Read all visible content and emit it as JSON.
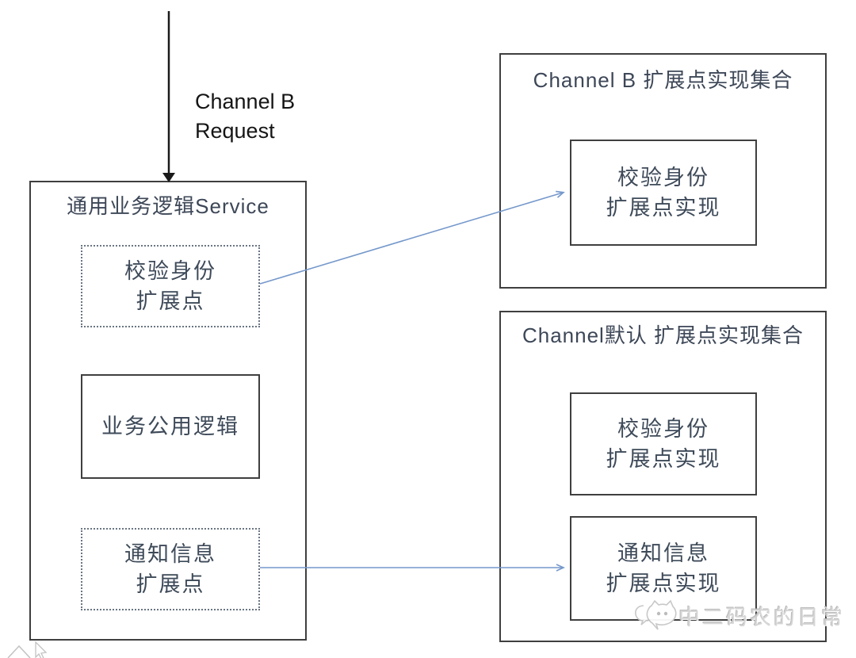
{
  "request_label": {
    "line1": "Channel B",
    "line2": "Request"
  },
  "service_box": {
    "title": "通用业务逻辑Service",
    "verify_point": {
      "line1": "校验身份",
      "line2": "扩展点"
    },
    "common_logic": "业务公用逻辑",
    "notify_point": {
      "line1": "通知信息",
      "line2": "扩展点"
    }
  },
  "channel_b_box": {
    "title": "Channel B 扩展点实现集合",
    "verify_impl": {
      "line1": "校验身份",
      "line2": "扩展点实现"
    }
  },
  "channel_default_box": {
    "title": "Channel默认 扩展点实现集合",
    "verify_impl": {
      "line1": "校验身份",
      "line2": "扩展点实现"
    },
    "notify_impl": {
      "line1": "通知信息",
      "line2": "扩展点实现"
    }
  },
  "watermark": {
    "text": "中二码农的日常"
  },
  "colors": {
    "arrow_blue": "#7598cb",
    "arrow_black": "#1a1a1a",
    "box_border": "#3f3f3f",
    "dotted_border": "#6a7582",
    "text_dark": "#3e4a59",
    "watermark_gray": "#d4d4d4"
  }
}
